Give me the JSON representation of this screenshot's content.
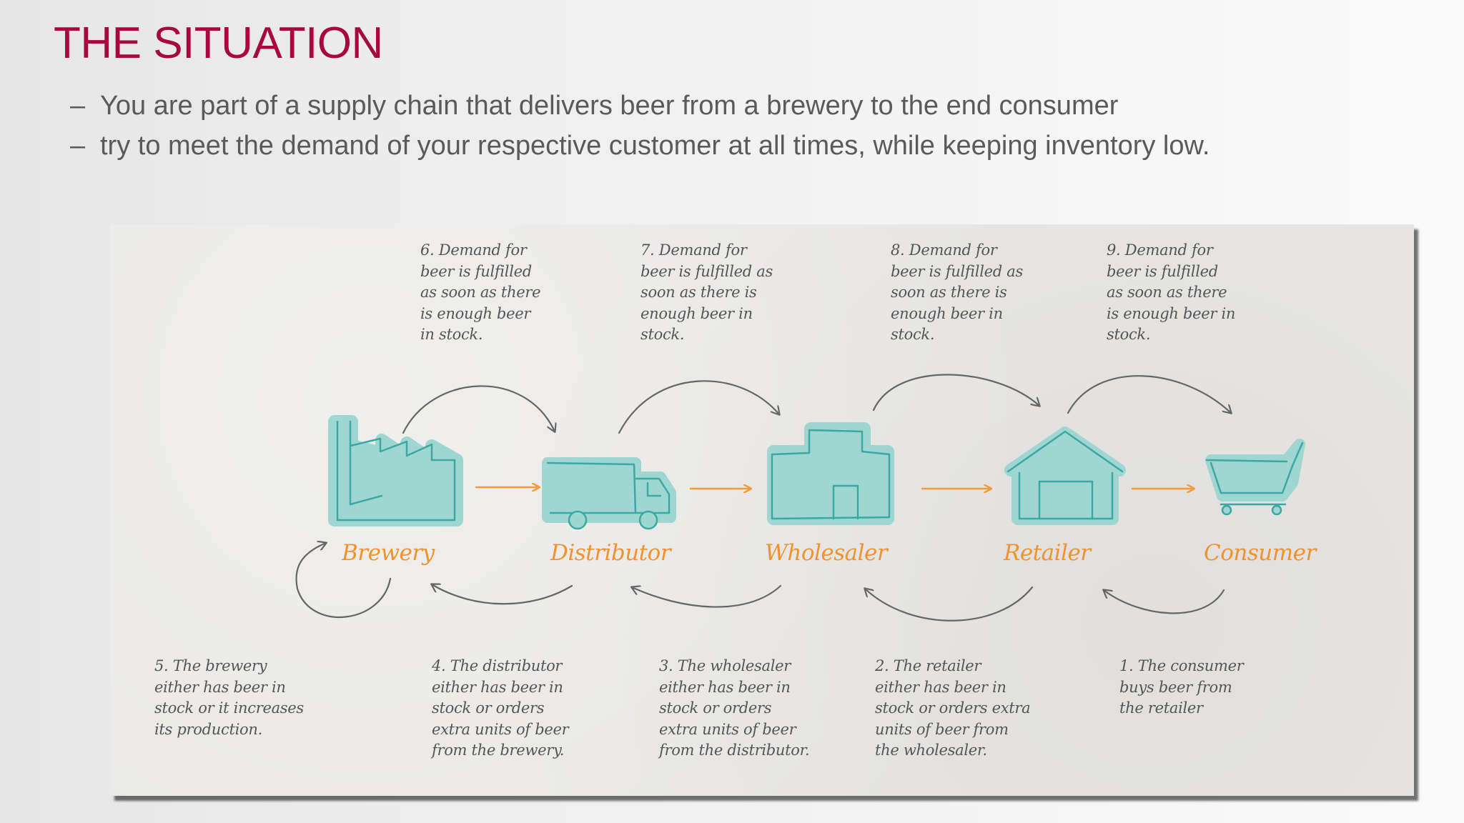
{
  "slide": {
    "title": "THE SITUATION",
    "bullets": [
      "You are part of a supply chain that delivers beer from a brewery to the end consumer",
      "try to meet the demand of your respective customer at all times, while keeping inventory low."
    ],
    "bullet_marker": "–"
  },
  "diagram": {
    "nodes": [
      {
        "id": "brewery",
        "label": "Brewery",
        "icon": "factory-icon"
      },
      {
        "id": "distributor",
        "label": "Distributor",
        "icon": "truck-icon"
      },
      {
        "id": "wholesaler",
        "label": "Wholesaler",
        "icon": "warehouse-icon"
      },
      {
        "id": "retailer",
        "label": "Retailer",
        "icon": "store-icon"
      },
      {
        "id": "consumer",
        "label": "Consumer",
        "icon": "shopping-cart-icon"
      }
    ],
    "demand_notes": [
      "6. Demand for\nbeer is fulfilled\nas soon as there\nis enough beer\nin stock.",
      "7. Demand for\nbeer is fulfilled as\nsoon as there is\nenough beer in\nstock.",
      "8. Demand for\nbeer is fulfilled as\nsoon as there is\nenough beer in\nstock.",
      "9. Demand for\nbeer is fulfilled\nas soon as there\nis enough beer in\nstock."
    ],
    "order_notes": [
      "5. The brewery\neither has beer in\nstock or it increases\nits production.",
      "4. The  distributor\neither has beer in\nstock or orders\nextra units of beer\nfrom the brewery.",
      "3. The wholesaler\neither has beer in\nstock or orders\nextra units of beer\nfrom the distributor.",
      "2. The retailer\neither has beer in\nstock or orders extra\nunits of beer from\nthe wholesaler.",
      "1. The consumer\nbuys beer from\nthe retailer"
    ],
    "colors": {
      "icon_fill": "#9fd6d1",
      "icon_stroke": "#3aa9a3",
      "flow_arrow": "#f39a3a",
      "label": "#f0922e",
      "loop_arrow": "#666666",
      "note_text": "#555555"
    }
  }
}
